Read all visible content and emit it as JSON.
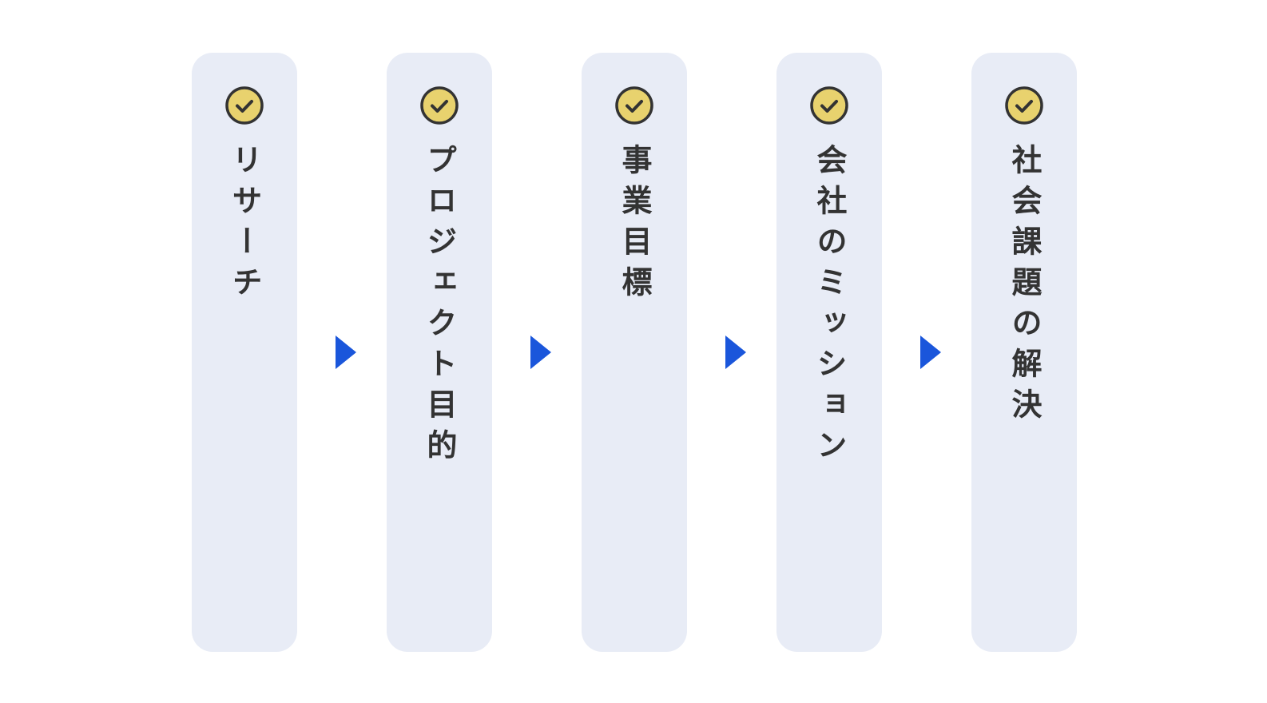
{
  "colors": {
    "card_background": "#e8ecf6",
    "check_fill": "#e8d26e",
    "check_stroke": "#333333",
    "text": "#333333",
    "arrow": "#1a56db"
  },
  "icons": {
    "step_icon": "check-circle-icon",
    "connector_icon": "triangle-right-icon"
  },
  "steps": [
    {
      "label": "リサーチ"
    },
    {
      "label": "プロジェクト目的"
    },
    {
      "label": "事業目標"
    },
    {
      "label": "会社のミッション"
    },
    {
      "label": "社会課題の解決"
    }
  ]
}
